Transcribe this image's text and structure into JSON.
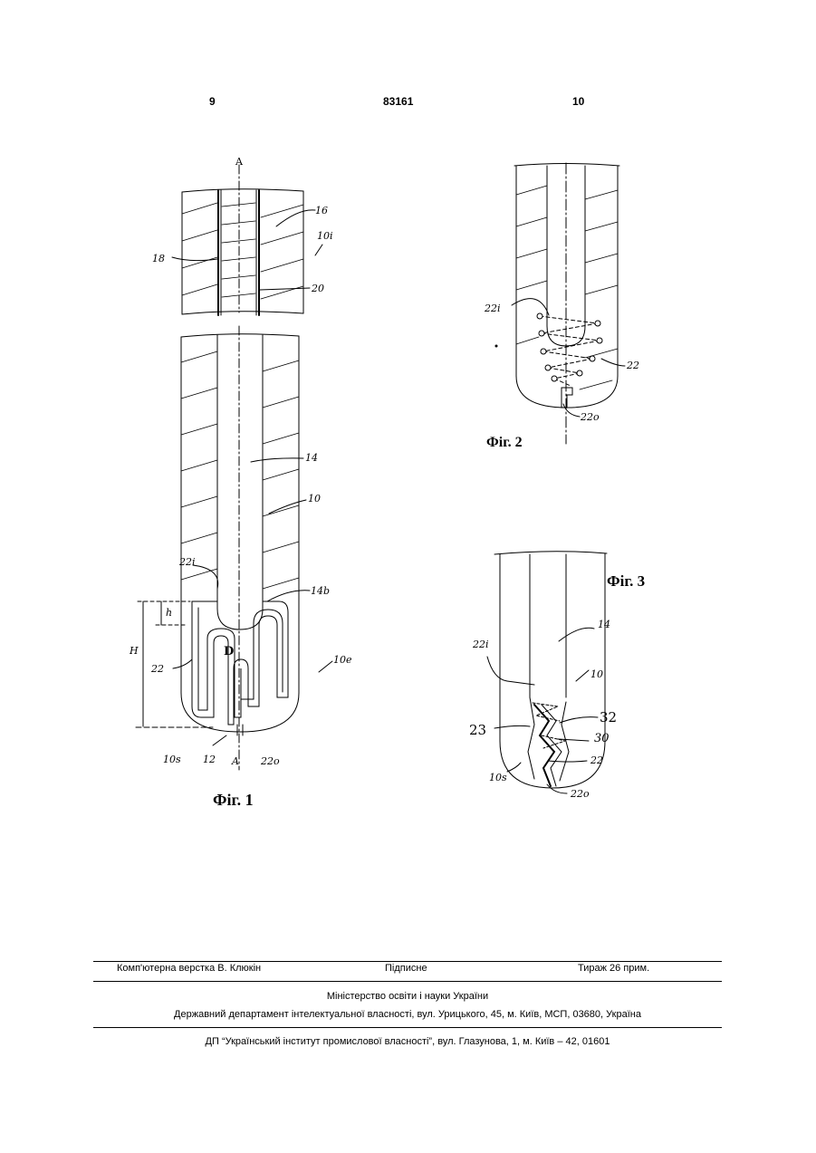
{
  "header": {
    "page_left": "9",
    "patent_number": "83161",
    "page_right": "10"
  },
  "figures": {
    "fig1": {
      "caption": "Фіг. 1",
      "labels": {
        "axis_top": "A",
        "axis_bottom": "A",
        "l16": "16",
        "l10i": "10i",
        "l18": "18",
        "l20": "20",
        "l14": "14",
        "l10": "10",
        "l22i": "22i",
        "l14b": "14b",
        "lh": "h",
        "lH": "H",
        "lD": "D",
        "l22": "22",
        "l10e": "10e",
        "l10s": "10s",
        "l12": "12",
        "l22o": "22o"
      }
    },
    "fig2": {
      "caption": "Фіг. 2",
      "labels": {
        "l22i": "22i",
        "l22": "22",
        "l22o": "22o"
      }
    },
    "fig3": {
      "caption": "Фіг. 3",
      "labels": {
        "l14": "14",
        "l22i": "22i",
        "l10": "10",
        "l32": "32",
        "l23": "23",
        "l30": "30",
        "l22": "22",
        "l10s": "10s",
        "l22o": "22o"
      }
    }
  },
  "footer": {
    "typesetting": "Комп'ютерна верстка В. Клюкін",
    "subscription": "Підписне",
    "circulation": "Тираж 26 прим.",
    "ministry": "Міністерство освіти і науки України",
    "department": "Державний департамент інтелектуальної власності, вул. Урицького, 45, м. Київ, МСП, 03680, Україна",
    "institute": "ДП “Український інститут промислової власності”, вул. Глазунова, 1, м. Київ – 42, 01601"
  }
}
